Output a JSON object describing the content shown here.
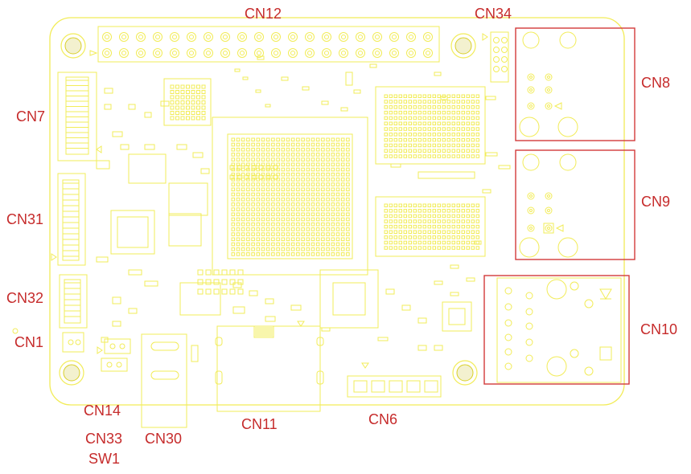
{
  "colors": {
    "silkscreen": "#f2ec58",
    "silkscreen_dark": "#d8cf2a",
    "label": "#c62b2b",
    "outline": "#d23a3a"
  },
  "labels": {
    "cn12": "CN12",
    "cn34": "CN34",
    "cn8": "CN8",
    "cn7": "CN7",
    "cn9": "CN9",
    "cn31": "CN31",
    "cn32": "CN32",
    "cn10": "CN10",
    "cn1": "CN1",
    "cn14": "CN14",
    "cn33": "CN33",
    "sw1": "SW1",
    "cn30": "CN30",
    "cn11": "CN11",
    "cn6": "CN6"
  }
}
